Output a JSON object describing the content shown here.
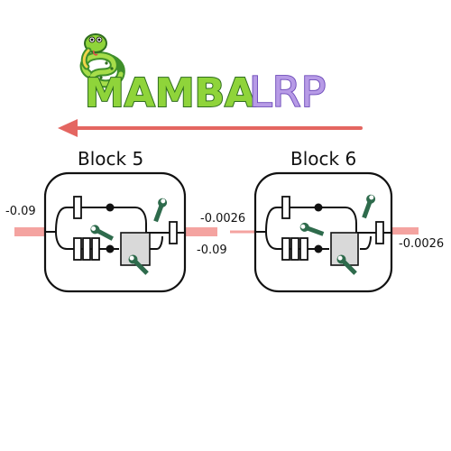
{
  "title": {
    "part1": "MAMBA",
    "part2": "LRP"
  },
  "colors": {
    "mamba_fill": "#8fd43a",
    "mamba_stroke": "#2f6d1f",
    "lrp_fill": "#b79be6",
    "lrp_stroke": "#6a47b8",
    "arrow": "#e46661",
    "relevance_flow": "#f4a3a0",
    "block_stroke": "#111111",
    "wrench": "#2e6b4c",
    "gray_box": "#d9d9d9"
  },
  "arrow": {
    "direction": "right-to-left"
  },
  "blocks": [
    {
      "label": "Block 5",
      "input_value": "-0.09",
      "output_top_value": "-0.0026",
      "output_bottom_value": "-0.09"
    },
    {
      "label": "Block 6",
      "output_value": "-0.0026"
    }
  ],
  "icons": {
    "snake": "snake-icon",
    "wrench": "wrench-icon"
  }
}
